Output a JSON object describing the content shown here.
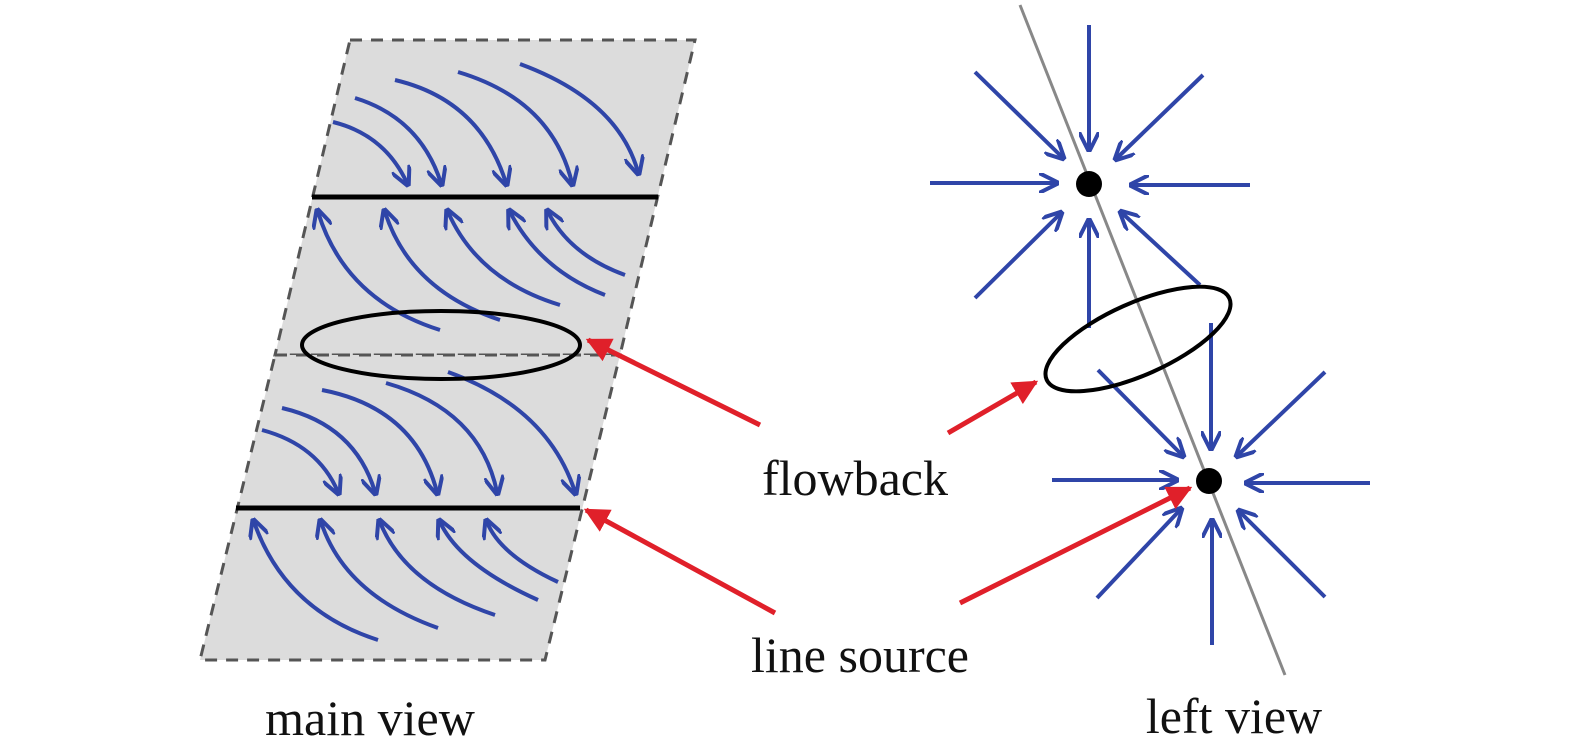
{
  "labels": {
    "main_view": "main view",
    "left_view": "left view",
    "flowback": "flowback",
    "line_source": "line source"
  },
  "colors": {
    "flow_arrow": "#2f45a8",
    "pointer_arrow": "#e0202a",
    "fracture_plane": "#dcdcdc",
    "plane_border": "#555555",
    "line_source": "#000000",
    "wellbore": "#888888"
  },
  "icons": {
    "flow_arrow": "arrow-icon",
    "source_point": "dot-icon"
  }
}
